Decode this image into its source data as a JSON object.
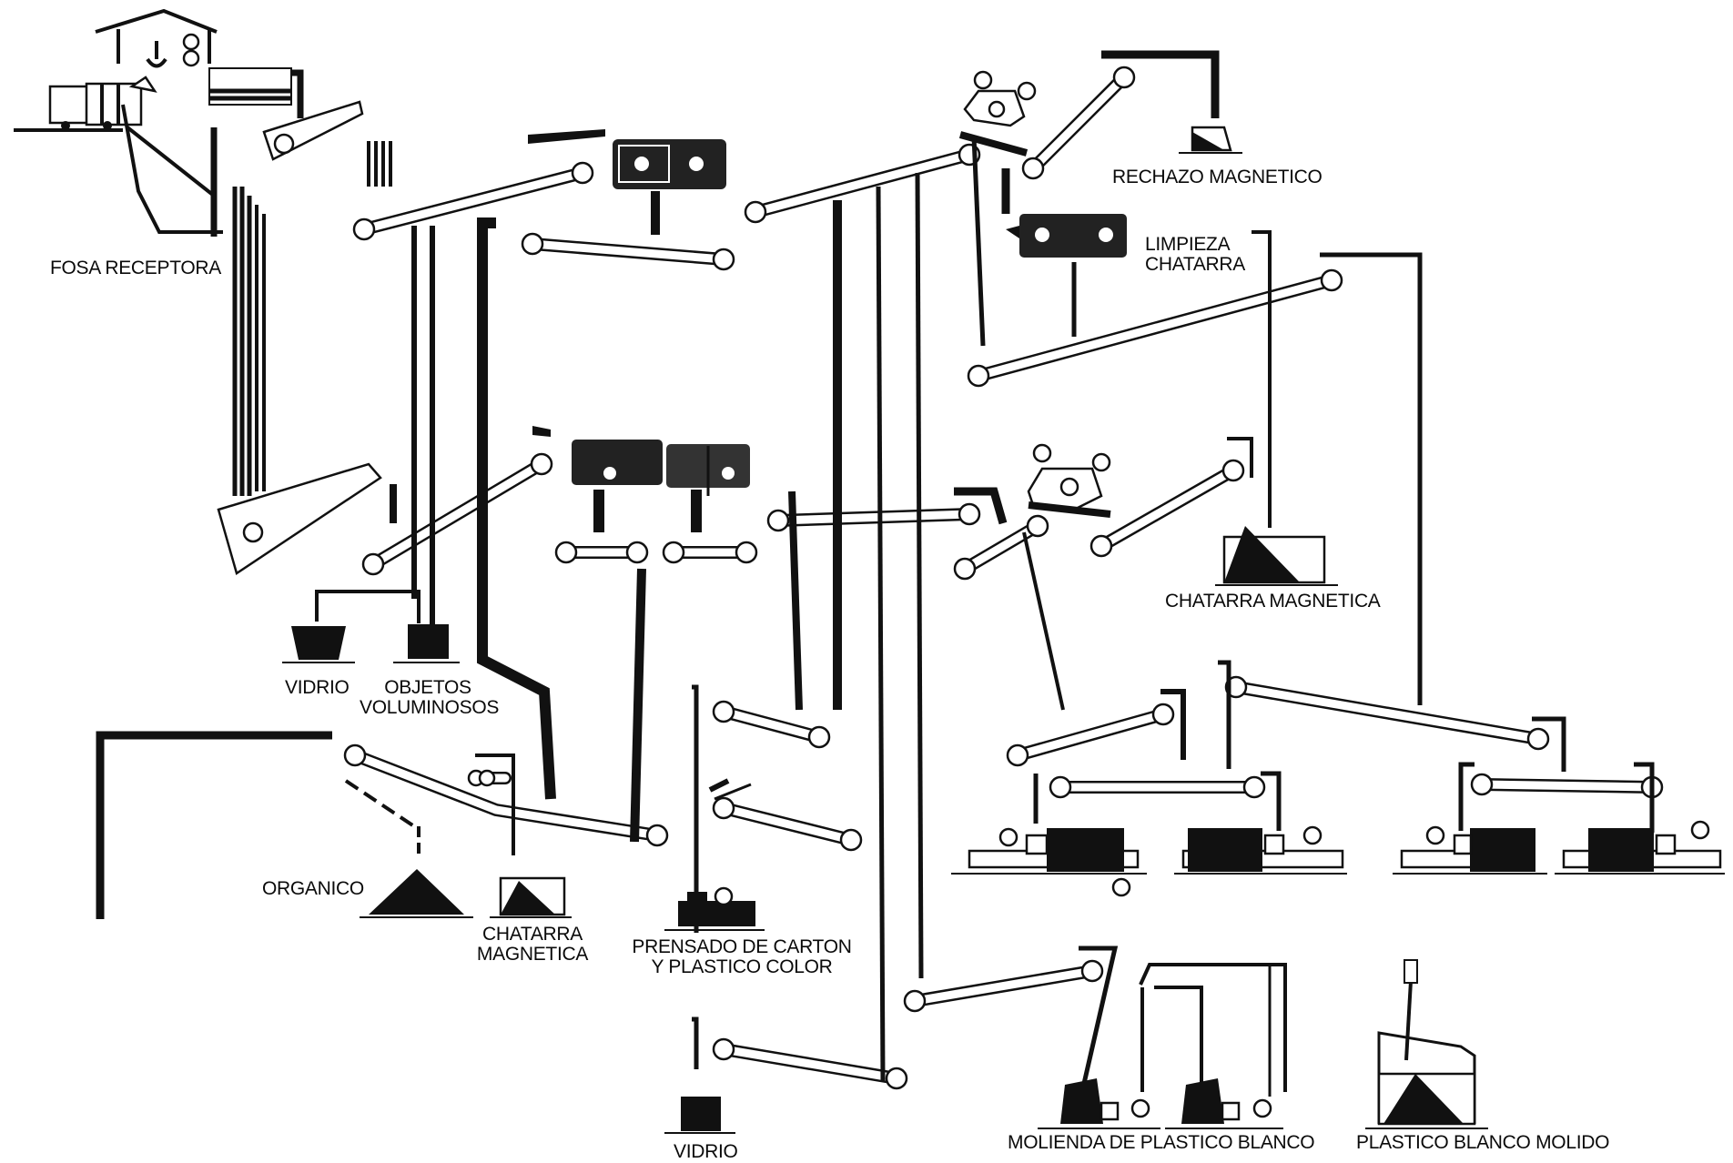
{
  "diagram": {
    "labels": {
      "fosa_receptora": "FOSA RECEPTORA",
      "rechazo_magnetico": "RECHAZO MAGNETICO",
      "limpieza_chatarra_1": "LIMPIEZA",
      "limpieza_chatarra_2": "CHATARRA",
      "chatarra_magnetica_right": "CHATARRA MAGNETICA",
      "vidrio_top": "VIDRIO",
      "objetos_1": "OBJETOS",
      "objetos_2": "VOLUMINOSOS",
      "organico": "ORGANICO",
      "chatarra_left_1": "CHATARRA",
      "chatarra_left_2": "MAGNETICA",
      "prensado_1": "PRENSADO DE CARTON",
      "prensado_2": "Y PLASTICO COLOR",
      "vidrio_bottom": "VIDRIO",
      "molienda": "MOLIENDA DE PLASTICO BLANCO",
      "plastico_molido": "PLASTICO BLANCO MOLIDO"
    }
  }
}
